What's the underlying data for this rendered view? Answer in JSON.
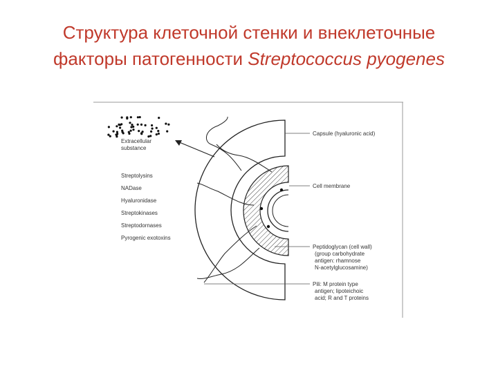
{
  "title": {
    "line1": "Структура клеточной стенки и внеклеточные",
    "line2_prefix": "факторы патогенности ",
    "line2_species": "Streptococcus pyogenes"
  },
  "figure": {
    "extracellular": [
      "Extracellular",
      "substance"
    ],
    "factors": [
      "Streptolysins",
      "NADase",
      "Hyaluronidase",
      "Streptokinases",
      "Streptodornases",
      "Pyrogenic exotoxins"
    ],
    "capsule": "Capsule (hyaluronic acid)",
    "cell_membrane": "Cell membrane",
    "peptidoglycan": [
      "Peptidoglycan (cell wall)",
      "(group carbohydrate",
      "antigen: rhamnose",
      "N-acetylglucosamine)"
    ],
    "pili": [
      "Pili: M protein type",
      "antigen; lipoteichoic",
      "acid; R and T proteins"
    ]
  }
}
